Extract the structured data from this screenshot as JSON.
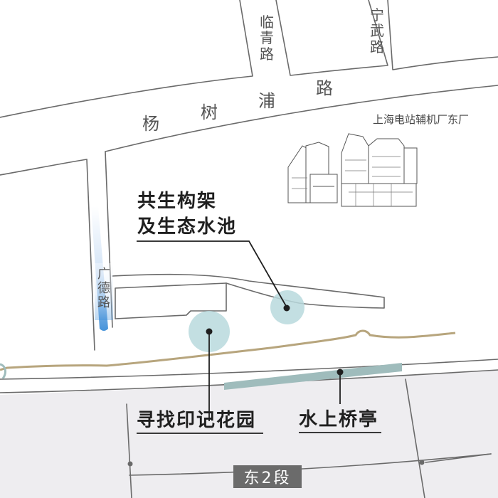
{
  "roads": {
    "linqing": [
      "临",
      "青",
      "路"
    ],
    "ningwu": [
      "宁",
      "武",
      "路"
    ],
    "yangshupu": [
      "杨",
      "树",
      "浦",
      "路"
    ],
    "guangde": [
      "广",
      "德",
      "路"
    ]
  },
  "landmarks": {
    "factory": "上海电站辅机厂东厂"
  },
  "pois": {
    "trellis_line1": "共生构架",
    "trellis_line2": "及生态水池",
    "garden": "寻找印记花园",
    "pavilion": "水上桥亭"
  },
  "segment": "东2段",
  "colors": {
    "river_band": "#eeedf0",
    "road_line": "#6a6a6a",
    "waterfront_path": "#b7a57d",
    "poi_circle": "#b8d9dd",
    "pavilion_bar": "#9fbcbc",
    "guangde_blue": "#3d8ed8",
    "segment_badge": "#6b6b6b"
  }
}
